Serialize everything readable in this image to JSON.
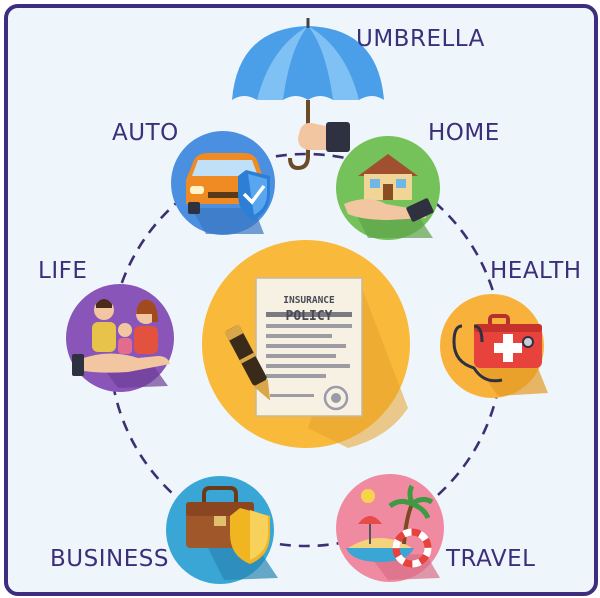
{
  "labels": {
    "umbrella": "UMBRELLA",
    "auto": "AUTO",
    "home": "HOME",
    "life": "LIFE",
    "health": "HEALTH",
    "business": "BUSINESS",
    "travel": "TRAVEL"
  },
  "document": {
    "line1": "INSURANCE",
    "line2": "POLICY"
  },
  "colors": {
    "frame": "#3d2d7c",
    "background": "#eef5fb",
    "center": "#f9b93b",
    "auto": "#4a8fe0",
    "home": "#75c15a",
    "life": "#8a55b8",
    "health": "#f8b23b",
    "business": "#3aa6d6",
    "travel": "#f08aa0",
    "umbrella": "#4b9ee8"
  }
}
